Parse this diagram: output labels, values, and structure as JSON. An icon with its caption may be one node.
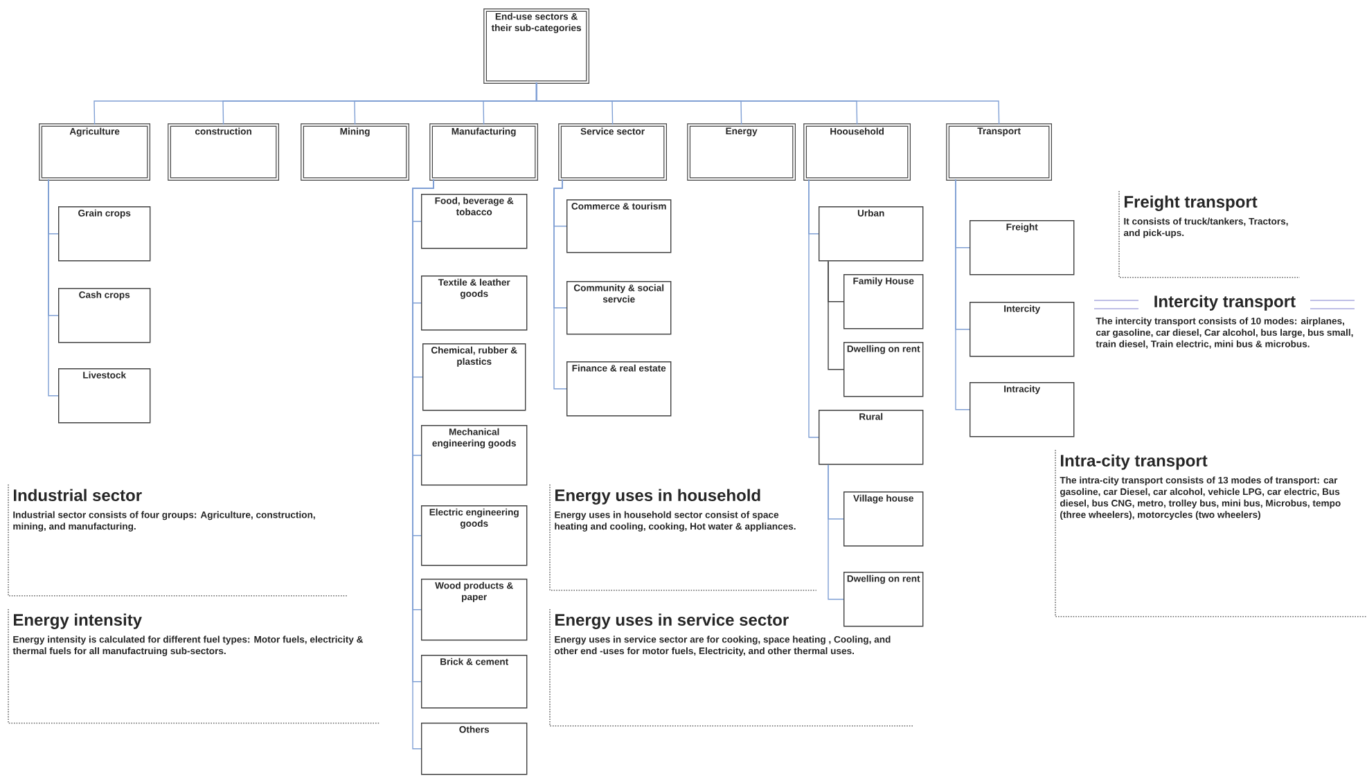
{
  "diagram": {
    "nodes": [
      {
        "text": [
          "End-use sectors & their sub-categories"
        ]
      },
      {
        "text": [
          "Agriculture"
        ]
      },
      {
        "text": [
          "construction"
        ]
      },
      {
        "text": [
          "Mining"
        ]
      },
      {
        "text": [
          "Manufacturing"
        ]
      },
      {
        "text": [
          "Service sector"
        ]
      },
      {
        "text": [
          "Energy"
        ]
      },
      {
        "text": [
          "Hoousehold"
        ]
      },
      {
        "text": [
          "Transport"
        ]
      },
      {
        "text": [
          "Grain crops"
        ]
      },
      {
        "text": [
          "Cash crops"
        ]
      },
      {
        "text": [
          "Livestock"
        ]
      },
      {
        "text": [
          "Food, beverage & tobacco"
        ]
      },
      {
        "text": [
          "Textile & leather goods"
        ]
      },
      {
        "text": [
          "Chemical, rubber & plastics"
        ]
      },
      {
        "text": [
          "Mechanical engineering goods"
        ]
      },
      {
        "text": [
          "Electric engineering goods"
        ]
      },
      {
        "text": [
          "Wood products & paper"
        ]
      },
      {
        "text": [
          "Brick & cement"
        ]
      },
      {
        "text": [
          "Others"
        ]
      },
      {
        "text": [
          "Commerce & tourism"
        ]
      },
      {
        "text": [
          "Community & social servcie"
        ]
      },
      {
        "text": [
          "Finance & real estate"
        ]
      },
      {
        "text": [
          "Urban"
        ]
      },
      {
        "text": [
          "Family House"
        ]
      },
      {
        "text": [
          "Dwelling on rent"
        ]
      },
      {
        "text": [
          "Rural"
        ]
      },
      {
        "text": [
          "Village house"
        ]
      },
      {
        "text": [
          "Dwelling on rent"
        ]
      },
      {
        "text": [
          "Freight"
        ]
      },
      {
        "text": [
          "Intercity"
        ]
      },
      {
        "text": [
          "Intracity"
        ]
      },
      {
        "text": [
          "Freight transport",
          "It consists of truck/tankers, Tractors, and pick-ups."
        ]
      },
      {
        "text": [
          "Intercity transport",
          "The intercity transport consists of 10 modes: airplanes, car gasoline, car diesel, Car alcohol, bus large, bus small, train diesel, Train electric, mini bus & microbus."
        ]
      },
      {
        "text": [
          "Intra-city transport",
          "The intra-city transport consists of 13 modes of transport: car gasoline, car Diesel, car alcohol, vehicle LPG, car electric, Bus diesel, bus CNG, metro, trolley bus, mini bus, Microbus, tempo (three wheelers), motorcycles (two wheelers)"
        ]
      },
      {
        "text": [
          "Industrial sector",
          "Industrial sector consists of four groups: Agriculture, construction, mining, and manufacturing."
        ]
      },
      {
        "text": [
          "Energy intensity",
          "Energy intensity is calculated for different fuel types: Motor fuels, electricity & thermal fuels for all manufactruing sub-sectors."
        ]
      },
      {
        "text": [
          "Energy uses in household",
          "Energy uses in household sector consist of space heating and cooling, cooking, Hot water & appliances."
        ]
      },
      {
        "text": [
          "Energy uses in service sector",
          "Energy uses in service sector are for cooking, space heating , Cooling, and other end -uses for motor fuels, Electricity, and other thermal uses."
        ]
      }
    ],
    "edges": [
      {
        "from": 0,
        "to": 1,
        "arrow": "none"
      },
      {
        "from": 0,
        "to": 2,
        "arrow": "none"
      },
      {
        "from": 0,
        "to": 3,
        "arrow": "none"
      },
      {
        "from": 0,
        "to": 4,
        "arrow": "none"
      },
      {
        "from": 0,
        "to": 5,
        "arrow": "none"
      },
      {
        "from": 0,
        "to": 6,
        "arrow": "none"
      },
      {
        "from": 0,
        "to": 7,
        "arrow": "none"
      },
      {
        "from": 0,
        "to": 8,
        "arrow": "none"
      },
      {
        "from": 1,
        "to": 9,
        "arrow": "none"
      },
      {
        "from": 1,
        "to": 10,
        "arrow": "none"
      },
      {
        "from": 1,
        "to": 11,
        "arrow": "none"
      },
      {
        "from": 4,
        "to": 12,
        "arrow": "none"
      },
      {
        "from": 4,
        "to": 13,
        "arrow": "none"
      },
      {
        "from": 4,
        "to": 14,
        "arrow": "none"
      },
      {
        "from": 4,
        "to": 15,
        "arrow": "none"
      },
      {
        "from": 4,
        "to": 16,
        "arrow": "none"
      },
      {
        "from": 4,
        "to": 17,
        "arrow": "none"
      },
      {
        "from": 4,
        "to": 18,
        "arrow": "none"
      },
      {
        "from": 4,
        "to": 19,
        "arrow": "none"
      },
      {
        "from": 5,
        "to": 20,
        "arrow": "none"
      },
      {
        "from": 5,
        "to": 21,
        "arrow": "none"
      },
      {
        "from": 5,
        "to": 22,
        "arrow": "none"
      },
      {
        "from": 7,
        "to": 23,
        "arrow": "none"
      },
      {
        "from": 7,
        "to": 26,
        "arrow": "none"
      },
      {
        "from": 23,
        "to": 24,
        "arrow": "none",
        "color": "#404040"
      },
      {
        "from": 23,
        "to": 25,
        "arrow": "none",
        "color": "#404040"
      },
      {
        "from": 26,
        "to": 27,
        "arrow": "none"
      },
      {
        "from": 26,
        "to": 28,
        "arrow": "none"
      },
      {
        "from": 8,
        "to": 29,
        "arrow": "none"
      },
      {
        "from": 8,
        "to": 30,
        "arrow": "none"
      },
      {
        "from": 8,
        "to": 31,
        "arrow": "none"
      }
    ]
  }
}
